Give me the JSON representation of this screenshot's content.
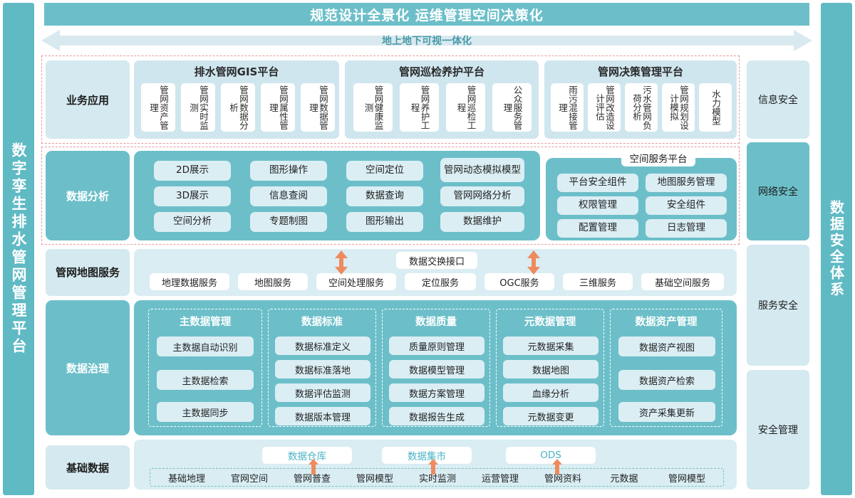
{
  "left_rail": {
    "title": "数字孪生排水管网管理平台"
  },
  "right_rail": {
    "title": "数据安全体系"
  },
  "banner": {
    "title": "规范设计全景化  运维管理空间决策化"
  },
  "arrow_banner": {
    "label": "地上地下可视一体化"
  },
  "rows": {
    "business": {
      "label": "业务应用"
    },
    "analysis": {
      "label": "数据分析"
    },
    "mapservice": {
      "label": "管网地图服务"
    },
    "governance": {
      "label": "数据治理"
    },
    "basedata": {
      "label": "基础数据"
    }
  },
  "business_groups": [
    {
      "title": "排水管网GIS平台",
      "items": [
        "管网资产管理",
        "管网实时监测",
        "管网数据分析",
        "管网属性管理",
        "管网数据管理"
      ]
    },
    {
      "title": "管网巡检养护平台",
      "items": [
        "管网健康监测",
        "管网养护工程",
        "管网巡检工程",
        "公众服务管理"
      ]
    },
    {
      "title": "管网决策管理平台",
      "items": [
        "雨污混接管理",
        "管网改造设计评估",
        "污水管网负荷分析",
        "管网规划设计模拟",
        "水力模型"
      ]
    }
  ],
  "analysis_columns": [
    [
      "2D展示",
      "3D展示",
      "空间分析"
    ],
    [
      "图形操作",
      "信息查阅",
      "专题制图"
    ],
    [
      "空间定位",
      "数据查询",
      "图形输出"
    ],
    [
      "管网动态模拟模型",
      "管网网络分析",
      "数据维护"
    ]
  ],
  "spatial_platform": {
    "title": "空间服务平台",
    "columns": [
      [
        "平台安全组件",
        "权限管理",
        "配置管理"
      ],
      [
        "地图服务管理",
        "安全组件",
        "日志管理"
      ]
    ]
  },
  "map_service": {
    "exchange_label": "数据交换接口",
    "items": [
      "地理数据服务",
      "地图服务",
      "空间处理服务",
      "定位服务",
      "OGC服务",
      "三维服务",
      "基础空间服务"
    ]
  },
  "governance_groups": [
    {
      "title": "主数据管理",
      "items": [
        "主数据自动识别",
        "主数据检索",
        "主数据同步"
      ]
    },
    {
      "title": "数据标准",
      "items": [
        "数据标准定义",
        "数据标准落地",
        "数据评估监测",
        "数据版本管理"
      ]
    },
    {
      "title": "数据质量",
      "items": [
        "质量原则管理",
        "数据模型管理",
        "数据方案管理",
        "数据报告生成"
      ]
    },
    {
      "title": "元数据管理",
      "items": [
        "元数据采集",
        "数据地图",
        "血缘分析",
        "元数据变更"
      ]
    },
    {
      "title": "数据资产管理",
      "items": [
        "数据资产视图",
        "数据资产检索",
        "资产采集更新"
      ]
    }
  ],
  "base_data": {
    "tags": [
      "数据仓库",
      "数据集市",
      "ODS"
    ],
    "items": [
      "基础地理",
      "官网空间",
      "管网普查",
      "管网模型",
      "实时监测",
      "运营管理",
      "管网资料",
      "元数据",
      "管网模型"
    ]
  },
  "security_column": [
    {
      "label": "信息安全",
      "style": "light"
    },
    {
      "label": "网络安全",
      "style": "teal"
    },
    {
      "label": "服务安全",
      "style": "light"
    },
    {
      "label": "安全管理",
      "style": "light"
    }
  ],
  "colors": {
    "teal": "#6cbfc9",
    "light_blue": "#d4e9f0",
    "orange_arrow": "#f08a5d",
    "tag_text": "#4ab4c6"
  }
}
